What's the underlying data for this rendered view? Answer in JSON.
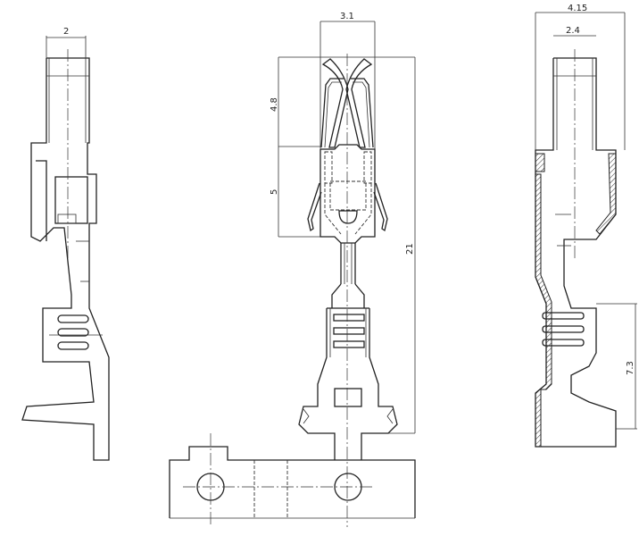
{
  "drawing": {
    "left_view": {
      "width_dim": "2"
    },
    "front_view": {
      "width_dim": "3.1",
      "spring_height_dim": "4.8",
      "head_height_dim": "5",
      "total_length_dim": "21"
    },
    "right_view": {
      "outer_width_dim": "4.15",
      "inner_width_dim": "2.4",
      "crimp_length_dim": "7.3"
    }
  }
}
